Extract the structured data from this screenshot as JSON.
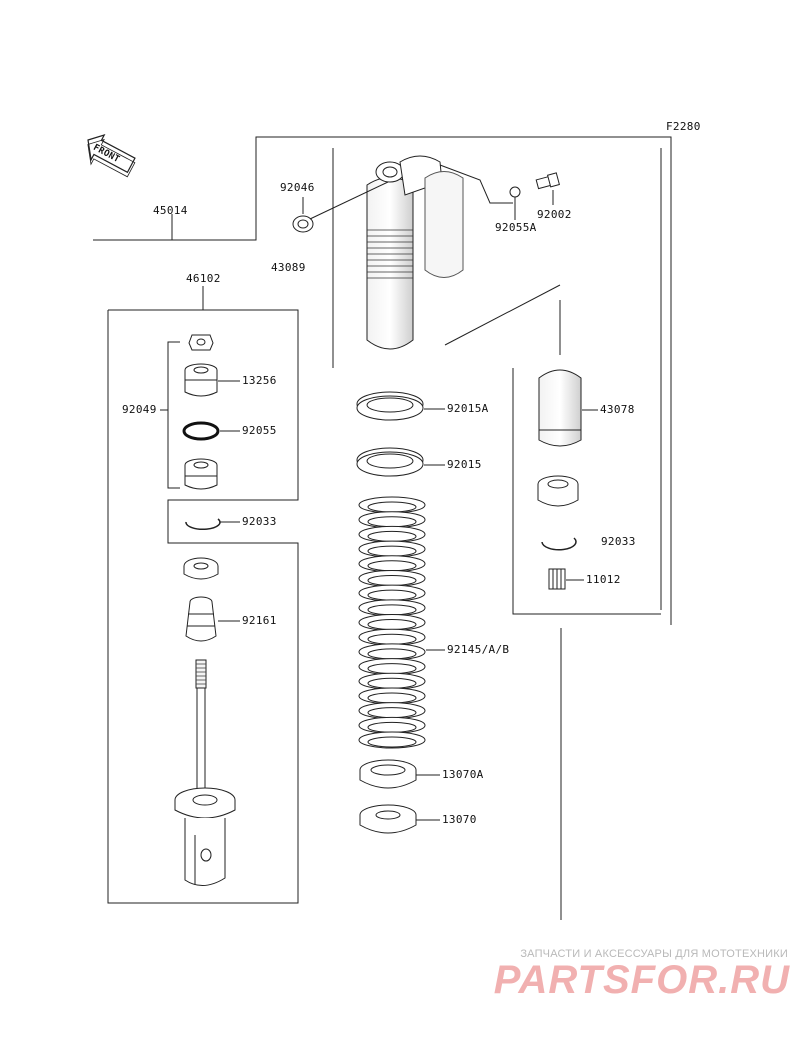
{
  "figure_code": "F2280",
  "front_label": "FRONT",
  "part_labels": {
    "p45014": "45014",
    "p92046": "92046",
    "p43089": "43089",
    "p92055A": "92055A",
    "p92002": "92002",
    "p46102": "46102",
    "p13256": "13256",
    "p92049": "92049",
    "p92055": "92055",
    "p92033_left": "92033",
    "p92161": "92161",
    "p92015A": "92015A",
    "p92015": "92015",
    "p92145": "92145/A/B",
    "p13070A": "13070A",
    "p13070": "13070",
    "p43078": "43078",
    "p92033_right": "92033",
    "p11012": "11012"
  },
  "watermark": {
    "tagline": "ЗАПЧАСТИ И АКСЕССУАРЫ ДЛЯ МОТОТЕХНИКИ",
    "logo": "PARTSFOR.RU"
  }
}
